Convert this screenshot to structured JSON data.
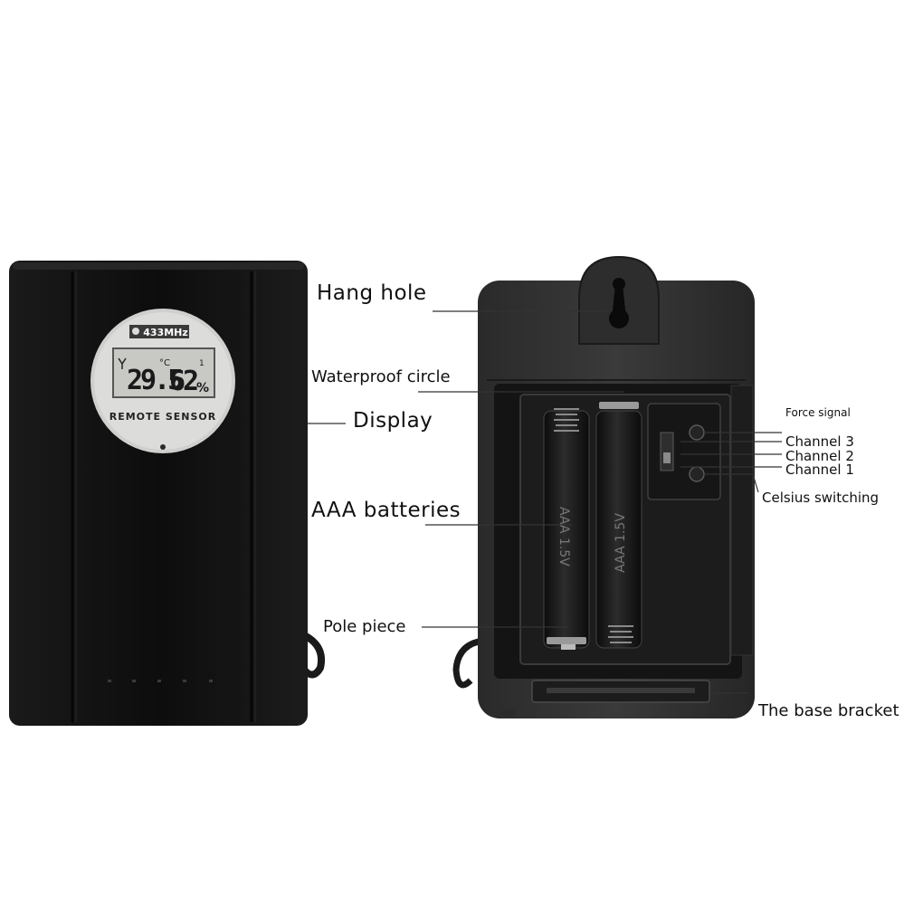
{
  "device_front": {
    "frequency_badge": "433MHz",
    "lcd_temperature": "29.5",
    "lcd_temp_unit": "°C",
    "lcd_humidity": "62",
    "lcd_humidity_unit": "%",
    "lcd_channel": "1",
    "sensor_label": "REMOTE SENSOR"
  },
  "device_back": {
    "battery_label_1": "AAA 1.5V",
    "battery_label_2": "AAA 1.5V"
  },
  "callouts": {
    "hang_hole": "Hang hole",
    "waterproof_circle": "Waterproof circle",
    "display": "Display",
    "aaa_batteries": "AAA batteries",
    "pole_piece": "Pole piece",
    "force_signal": "Force signal",
    "channel_3": "Channel 3",
    "channel_2": "Channel 2",
    "channel_1": "Channel 1",
    "celsius_switching": "Celsius switching",
    "base_bracket": "The base bracket"
  },
  "colors": {
    "device_body": "#121212",
    "lcd_face": "#d6d6d4",
    "callout_line": "#333333"
  }
}
